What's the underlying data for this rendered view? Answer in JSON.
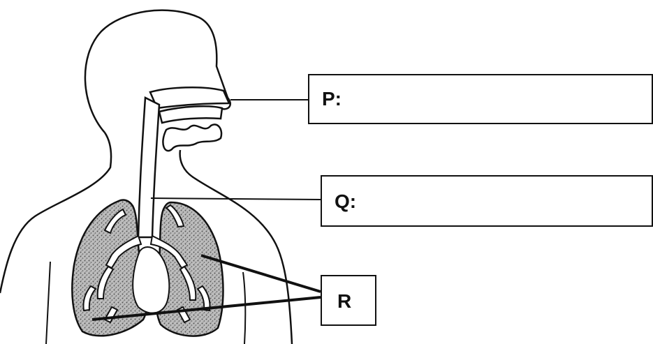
{
  "labels": {
    "p": "P:",
    "q": "Q:",
    "r": "R"
  },
  "colors": {
    "line": "#111111",
    "lung_fill": "#9a9a9a",
    "airway_fill": "#ffffff"
  }
}
